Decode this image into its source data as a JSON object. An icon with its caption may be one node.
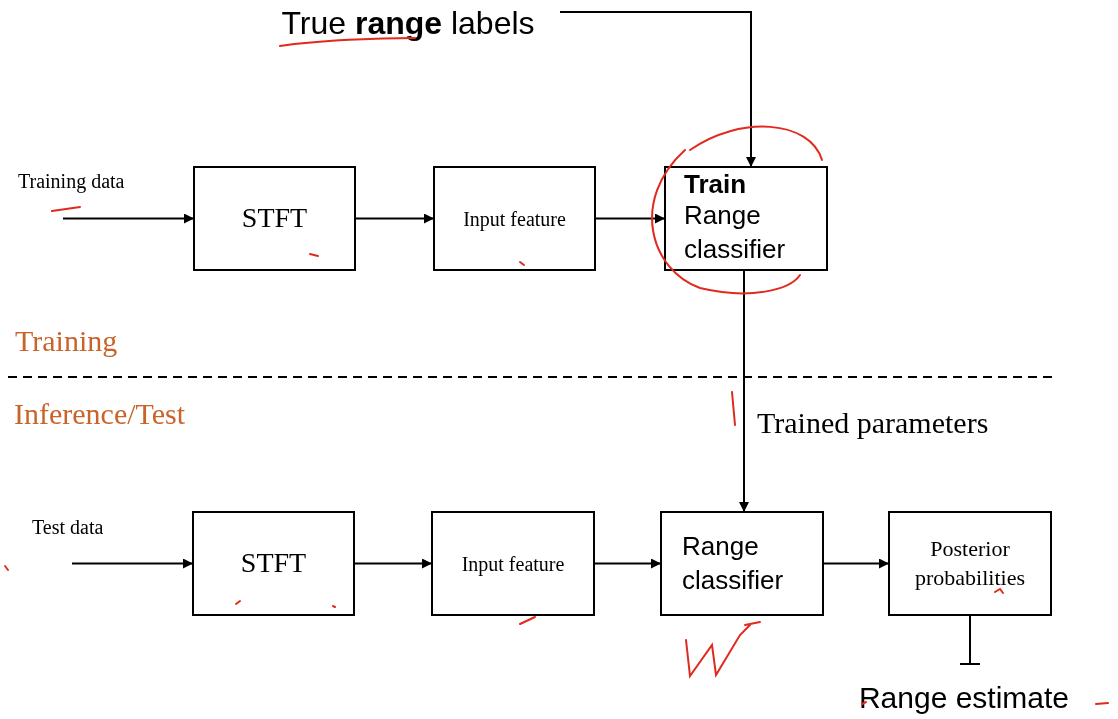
{
  "diagram": {
    "nodes": [
      {
        "text": [
          "True **range** labels"
        ]
      },
      {
        "text": [
          "STFT"
        ]
      },
      {
        "text": [
          "Input feature"
        ]
      },
      {
        "text": [
          "Train",
          "Range classifier"
        ]
      },
      {
        "text": [
          "STFT"
        ]
      },
      {
        "text": [
          "Input feature"
        ]
      },
      {
        "text": [
          "Range classifier"
        ]
      },
      {
        "text": [
          "Posterior probabilities"
        ]
      },
      {
        "text": [
          "Range estimate"
        ]
      }
    ],
    "edges": [
      {
        "from": 0,
        "to": 3,
        "arrow": "to"
      },
      {
        "from": null,
        "to": 1,
        "arrow": "to"
      },
      {
        "from": 1,
        "to": 2,
        "arrow": "to"
      },
      {
        "from": 2,
        "to": 3,
        "arrow": "to"
      },
      {
        "from": 3,
        "to": 6,
        "arrow": "to",
        "label": "Trained parameters"
      },
      {
        "from": null,
        "to": 4,
        "arrow": "to"
      },
      {
        "from": 4,
        "to": 5,
        "arrow": "to"
      },
      {
        "from": 5,
        "to": 6,
        "arrow": "to"
      },
      {
        "from": 6,
        "to": 7,
        "arrow": "to"
      },
      {
        "from": 7,
        "to": 8,
        "arrow": "other"
      }
    ],
    "labels": [
      "Training data",
      "Training",
      "Inference/Test",
      "Test data"
    ]
  }
}
